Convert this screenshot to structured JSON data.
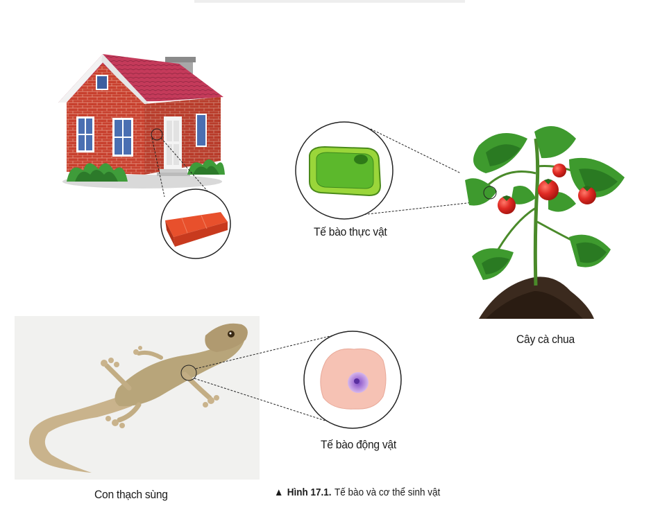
{
  "labels": {
    "plant_cell": "Tế bào thực vật",
    "tomato": "Cây cà chua",
    "animal_cell": "Tế bào động vật",
    "gecko": "Con thạch sùng"
  },
  "caption": {
    "figure": "Hình 17.1.",
    "text": "Tế bào và cơ thể sinh vật"
  },
  "icons": {
    "caption_marker": "triangle-up-icon"
  },
  "colors": {
    "plant_cell_wall": "#8bd42a",
    "plant_cell_inner": "#5cb82c",
    "animal_cell": "#f6c2b4",
    "animal_nucleus": "#b98ad6",
    "brick": "#e8502c",
    "roof": "#c43a5a",
    "wall": "#c8402e",
    "tomato_fruit": "#e02a24",
    "leaf": "#3e9a2e"
  }
}
